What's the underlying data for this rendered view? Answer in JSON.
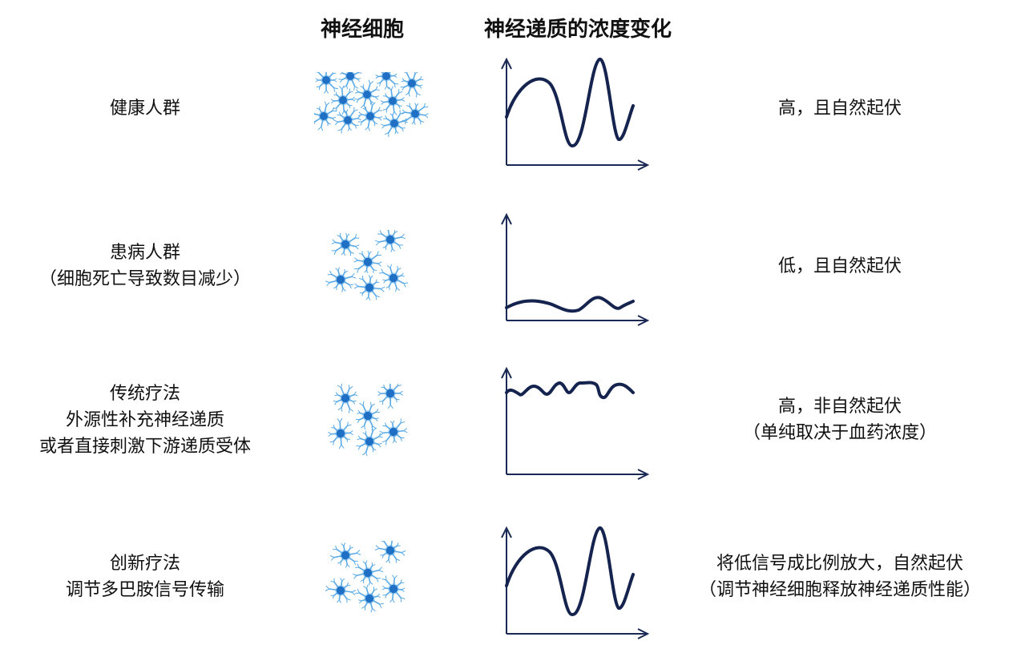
{
  "headers": {
    "neurons": "神经细胞",
    "concentration": "神经递质的浓度变化"
  },
  "rows": [
    {
      "label_lines": [
        "健康人群"
      ],
      "desc_lines": [
        "高，且自然起伏"
      ],
      "neuron_density": "high",
      "curve_shape": "large natural oscillation"
    },
    {
      "label_lines": [
        "患病人群",
        "（细胞死亡导致数目减少）"
      ],
      "desc_lines": [
        "低，且自然起伏"
      ],
      "neuron_density": "reduced",
      "curve_shape": "low natural oscillation"
    },
    {
      "label_lines": [
        "传统疗法",
        "外源性补充神经递质",
        "或者直接刺激下游递质受体"
      ],
      "desc_lines": [
        "高，非自然起伏",
        "（单纯取决于血药浓度）"
      ],
      "neuron_density": "reduced",
      "curve_shape": "high flat irregular"
    },
    {
      "label_lines": [
        "创新疗法",
        "调节多巴胺信号传输"
      ],
      "desc_lines": [
        "将低信号成比例放大，自然起伏",
        "（调节神经细胞释放神经递质性能）"
      ],
      "neuron_density": "reduced",
      "curve_shape": "large natural oscillation"
    }
  ],
  "colors": {
    "axis": "#1b2a55",
    "curve": "#15234f",
    "neuron_body": "#1f6fc4",
    "neuron_dendrite": "#58a9e6"
  }
}
